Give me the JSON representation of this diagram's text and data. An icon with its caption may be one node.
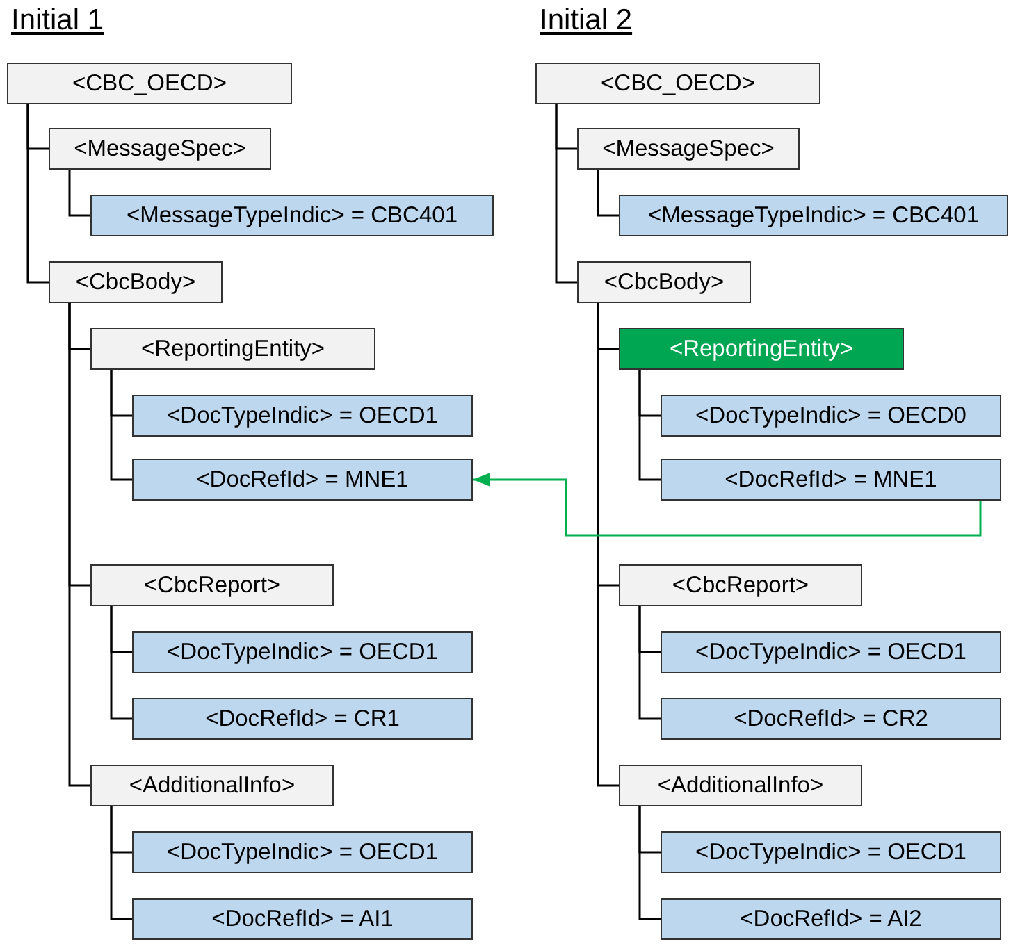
{
  "diagram": {
    "nodes": [
      {
        "text": [
          "<CBC_OECD>"
        ]
      },
      {
        "text": [
          "<MessageSpec>"
        ]
      },
      {
        "text": [
          "<MessageTypeIndic> = CBC401"
        ]
      },
      {
        "text": [
          "<CbcBody>"
        ]
      },
      {
        "text": [
          "<ReportingEntity>"
        ]
      },
      {
        "text": [
          "<DocTypeIndic> = OECD1"
        ]
      },
      {
        "text": [
          "<DocRefId> = MNE1"
        ]
      },
      {
        "text": [
          "<CbcReport>"
        ]
      },
      {
        "text": [
          "<DocTypeIndic> = OECD1"
        ]
      },
      {
        "text": [
          "<DocRefId> = CR1"
        ]
      },
      {
        "text": [
          "<AdditionalInfo>"
        ]
      },
      {
        "text": [
          "<DocTypeIndic> = OECD1"
        ]
      },
      {
        "text": [
          "<DocRefId> = AI1"
        ]
      },
      {
        "text": [
          "<CBC_OECD>"
        ]
      },
      {
        "text": [
          "<MessageSpec>"
        ]
      },
      {
        "text": [
          "<MessageTypeIndic> = CBC401"
        ]
      },
      {
        "text": [
          "<CbcBody>"
        ]
      },
      {
        "text": [
          "<ReportingEntity>"
        ]
      },
      {
        "text": [
          "<DocTypeIndic> = OECD0"
        ]
      },
      {
        "text": [
          "<DocRefId> = MNE1"
        ]
      },
      {
        "text": [
          "<CbcReport>"
        ]
      },
      {
        "text": [
          "<DocTypeIndic> = OECD1"
        ]
      },
      {
        "text": [
          "<DocRefId> = CR2"
        ]
      },
      {
        "text": [
          "<AdditionalInfo>"
        ]
      },
      {
        "text": [
          "<DocTypeIndic> = OECD1"
        ]
      },
      {
        "text": [
          "<DocRefId> = AI2"
        ]
      }
    ],
    "edges": [
      {
        "from": 0,
        "to": 1,
        "arrow": "none"
      },
      {
        "from": 1,
        "to": 2,
        "arrow": "none"
      },
      {
        "from": 0,
        "to": 3,
        "arrow": "none"
      },
      {
        "from": 3,
        "to": 4,
        "arrow": "none"
      },
      {
        "from": 4,
        "to": 5,
        "arrow": "none"
      },
      {
        "from": 4,
        "to": 6,
        "arrow": "none"
      },
      {
        "from": 3,
        "to": 7,
        "arrow": "none"
      },
      {
        "from": 7,
        "to": 8,
        "arrow": "none"
      },
      {
        "from": 7,
        "to": 9,
        "arrow": "none"
      },
      {
        "from": 3,
        "to": 10,
        "arrow": "none"
      },
      {
        "from": 10,
        "to": 11,
        "arrow": "none"
      },
      {
        "from": 10,
        "to": 12,
        "arrow": "none"
      },
      {
        "from": 13,
        "to": 14,
        "arrow": "none"
      },
      {
        "from": 14,
        "to": 15,
        "arrow": "none"
      },
      {
        "from": 13,
        "to": 16,
        "arrow": "none"
      },
      {
        "from": 16,
        "to": 17,
        "arrow": "none"
      },
      {
        "from": 17,
        "to": 18,
        "arrow": "none"
      },
      {
        "from": 17,
        "to": 19,
        "arrow": "none"
      },
      {
        "from": 16,
        "to": 20,
        "arrow": "none"
      },
      {
        "from": 20,
        "to": 21,
        "arrow": "none"
      },
      {
        "from": 20,
        "to": 22,
        "arrow": "none"
      },
      {
        "from": 16,
        "to": 23,
        "arrow": "none"
      },
      {
        "from": 23,
        "to": 24,
        "arrow": "none"
      },
      {
        "from": 23,
        "to": 25,
        "arrow": "none"
      },
      {
        "from": 19,
        "to": 6,
        "arrow": "to",
        "color": "#00b050"
      }
    ],
    "labels": [
      "Initial 1",
      "Initial 2"
    ]
  }
}
